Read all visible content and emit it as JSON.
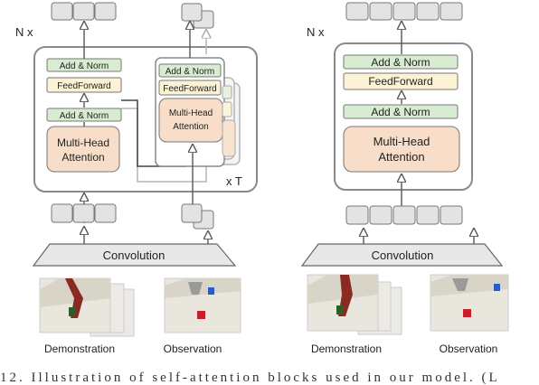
{
  "left_diagram": {
    "repeat_label": "N x",
    "loop_label": "x T",
    "demo_block": {
      "add_norm_top": "Add & Norm",
      "feedforward": "FeedForward",
      "add_norm_mid": "Add & Norm",
      "attention_line1": "Multi-Head",
      "attention_line2": "Attention"
    },
    "obs_block": {
      "add_norm_top": "Add & Norm",
      "feedforward": "FeedForward",
      "attention_line1": "Multi-Head",
      "attention_line2": "Attention"
    },
    "convolution": "Convolution",
    "demonstration": "Demonstration",
    "observation": "Observation"
  },
  "right_diagram": {
    "repeat_label": "N x",
    "add_norm_top": "Add & Norm",
    "feedforward": "FeedForward",
    "add_norm_mid": "Add & Norm",
    "attention_line1": "Multi-Head",
    "attention_line2": "Attention",
    "convolution": "Convolution",
    "demonstration": "Demonstration",
    "observation": "Observation"
  },
  "caption": "12. Illustration of self-attention blocks used in our model. (L"
}
